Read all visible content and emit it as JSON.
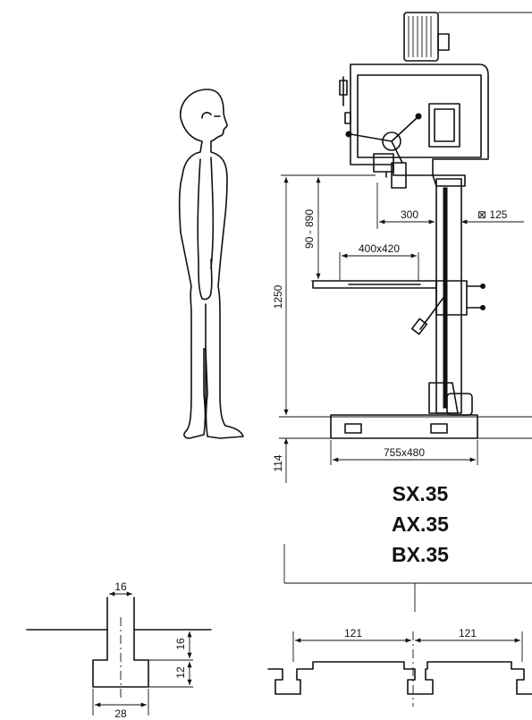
{
  "models": [
    "SX.35",
    "AX.35",
    "BX.35"
  ],
  "dimensions": {
    "spindle_reach": "300",
    "column": "⊠ 125",
    "table_size": "400x420",
    "spindle_table": "90 - 890",
    "height": "1250",
    "base_height": "114",
    "base_size": "755x480",
    "slot_pitch_left": "121",
    "slot_pitch_right": "121",
    "slot_top_width": "16",
    "slot_head_width": "28",
    "slot_neck_depth": "16",
    "slot_head_depth": "12"
  }
}
